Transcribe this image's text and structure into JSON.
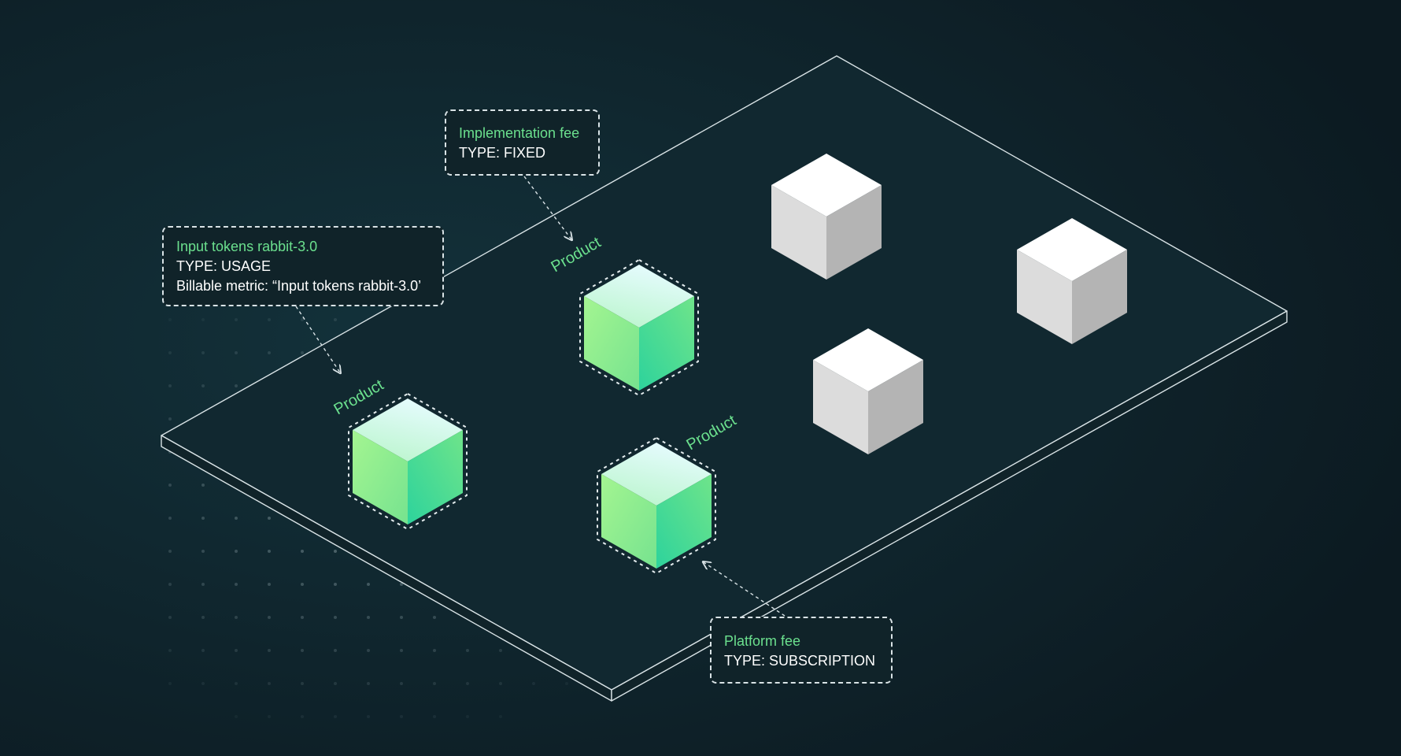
{
  "colors": {
    "background": "#0f2029",
    "accent_green": "#6be08e",
    "line": "#d9e3e6"
  },
  "product_label": "Product",
  "callouts": {
    "input_tokens": {
      "title": "Input tokens rabbit-3.0",
      "type": "TYPE: USAGE",
      "metric": "Billable metric: “Input tokens rabbit-3.0’"
    },
    "implementation": {
      "title": "Implementation fee",
      "type": "TYPE: FIXED"
    },
    "platform": {
      "title": "Platform fee",
      "type": "TYPE: SUBSCRIPTION"
    }
  },
  "products": [
    {
      "label": "Product",
      "highlighted": true
    },
    {
      "label": "Product",
      "highlighted": true
    },
    {
      "label": "Product",
      "highlighted": true
    }
  ],
  "other_items": [
    {
      "highlighted": false
    },
    {
      "highlighted": false
    },
    {
      "highlighted": false
    }
  ]
}
